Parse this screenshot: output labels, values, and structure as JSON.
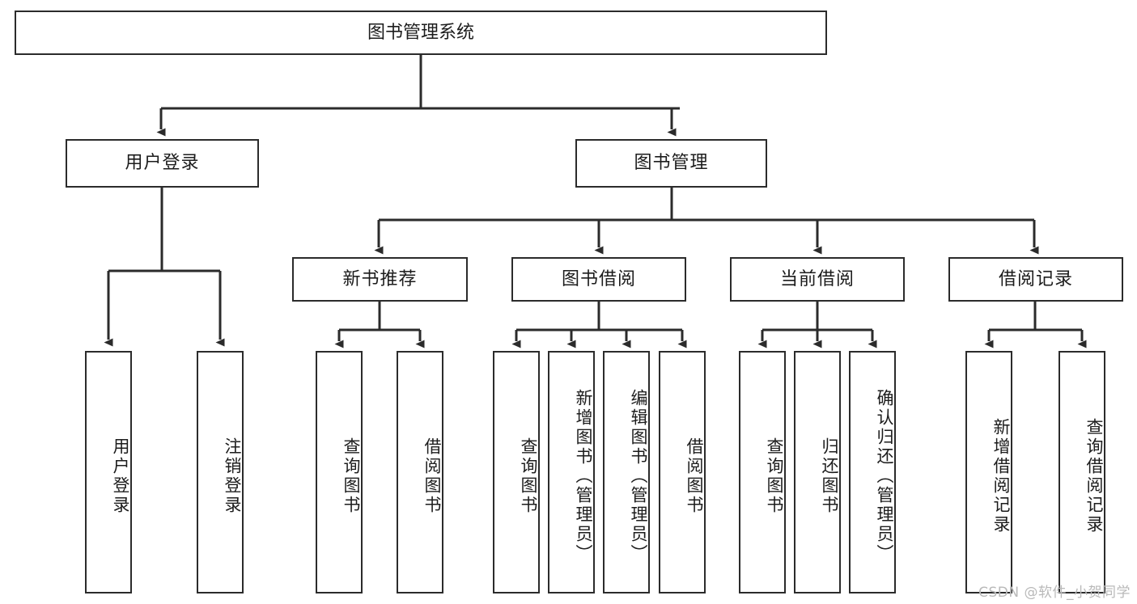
{
  "diagram": {
    "title": "图书管理系统",
    "watermark": "CSDN @软件_小贺同学",
    "colors": {
      "stroke": "#2b2b2b",
      "fill": "#ffffff",
      "text": "#1c1c1c",
      "watermark": "#b9b9b9"
    },
    "root": {
      "label": "图书管理系统"
    },
    "level1": [
      {
        "label": "用户登录"
      },
      {
        "label": "图书管理"
      }
    ],
    "level2": [
      {
        "label": "新书推荐"
      },
      {
        "label": "图书借阅"
      },
      {
        "label": "当前借阅"
      },
      {
        "label": "借阅记录"
      }
    ],
    "leaves_user_login": [
      {
        "label": "用户登录"
      },
      {
        "label": "注销登录"
      }
    ],
    "leaves_new_book": [
      {
        "label": "查询图书"
      },
      {
        "label": "借阅图书"
      }
    ],
    "leaves_borrow": [
      {
        "label": "查询图书"
      },
      {
        "label": "新增图书（管理员）"
      },
      {
        "label": "编辑图书（管理员）"
      },
      {
        "label": "借阅图书"
      }
    ],
    "leaves_current": [
      {
        "label": "查询图书"
      },
      {
        "label": "归还图书"
      },
      {
        "label": "确认归还（管理员）"
      }
    ],
    "leaves_records": [
      {
        "label": "新增借阅记录"
      },
      {
        "label": "查询借阅记录"
      }
    ]
  }
}
